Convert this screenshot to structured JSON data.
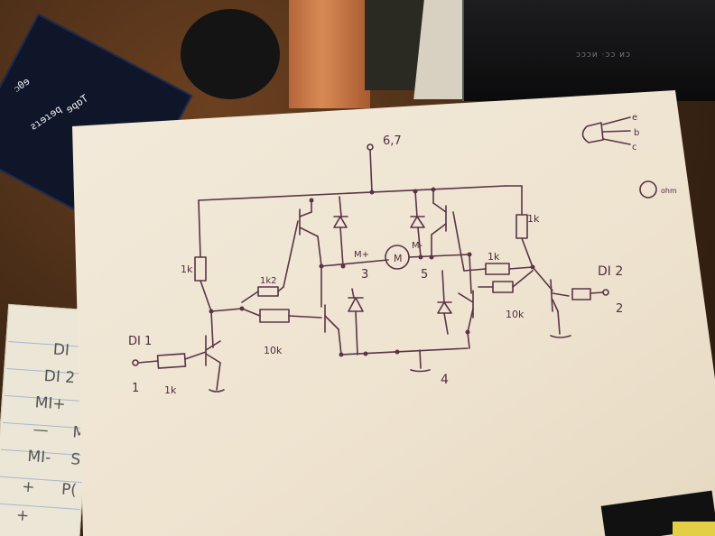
{
  "background": {
    "monitor_logo": "ᴐɔɔᴎ ·ᴐɔ ᴎᴐ",
    "board_labels": [
      "ƨɿɘɿɘq",
      "ᴐ0ɘ",
      "ɘqɒT"
    ]
  },
  "tablet": {
    "rows": [
      "DI",
      "DI 2",
      "MI+",
      "—",
      "MI-",
      "+",
      "+"
    ],
    "fragments": [
      "M",
      "S",
      "P("
    ]
  },
  "schematic": {
    "supply_label": "6,7",
    "ground_label": "4",
    "motor_label": "M",
    "motor_pin_left": "M+",
    "motor_pin_right": "M-",
    "pin3": "3",
    "pin5": "5",
    "input_left": "DI 1",
    "input_left_pin": "1",
    "input_right": "DI 2",
    "input_right_pin": "2",
    "r_left_top": "1k",
    "r_left_mid": "1k2",
    "r_left_bottom": "10k",
    "r_left_base": "1k",
    "r_right_top": "1k",
    "r_right_mid": "1k",
    "r_right_bottom": "10k",
    "transistor_legend": [
      "e",
      "b",
      "c"
    ],
    "diode_note": "ohm"
  },
  "colors": {
    "ink": "#5a3348",
    "paper": "#f2e8d8"
  }
}
